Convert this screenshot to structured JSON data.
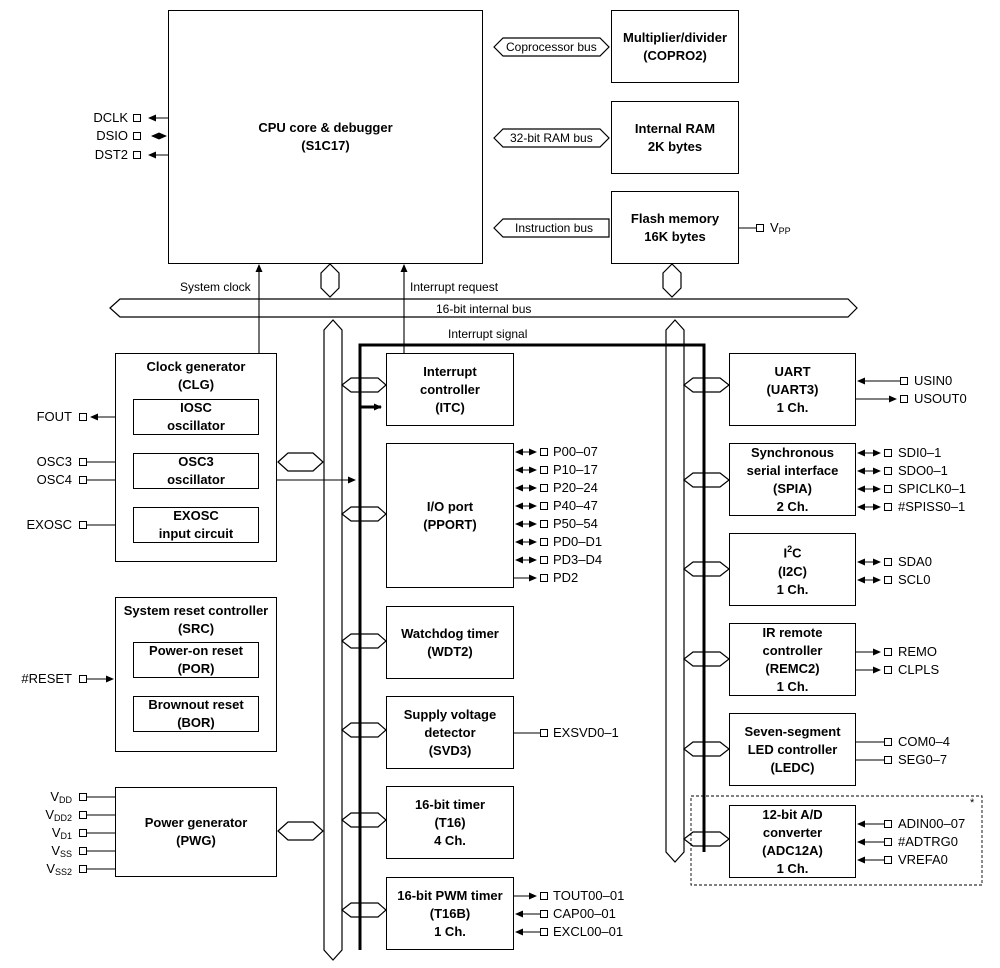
{
  "cpu": {
    "line1": "CPU core & debugger",
    "line2": "(S1C17)"
  },
  "copro": {
    "line1": "Multiplier/divider",
    "line2": "(COPRO2)"
  },
  "ram": {
    "line1": "Internal RAM",
    "line2": "2K bytes"
  },
  "flash": {
    "line1": "Flash memory",
    "line2": "16K bytes"
  },
  "buses": {
    "coprocessor": "Coprocessor bus",
    "ram": "32-bit RAM bus",
    "instruction": "Instruction bus",
    "system_clock": "System clock",
    "interrupt_request": "Interrupt request",
    "internal": "16-bit internal bus",
    "interrupt_signal": "Interrupt signal"
  },
  "debug_pins": {
    "dclk": "DCLK",
    "dsio": "DSIO",
    "dst2": "DST2"
  },
  "vpp": {
    "main": "V",
    "sub": "PP"
  },
  "clg": {
    "title": "Clock generator",
    "code": "(CLG)",
    "iosc": {
      "line1": "IOSC",
      "line2": "oscillator"
    },
    "osc3": {
      "line1": "OSC3",
      "line2": "oscillator"
    },
    "exosc": {
      "line1": "EXOSC",
      "line2": "input circuit"
    }
  },
  "clg_pins": {
    "fout": "FOUT",
    "osc3": "OSC3",
    "osc4": "OSC4",
    "exosc": "EXOSC"
  },
  "src": {
    "title": "System reset controller",
    "code": "(SRC)",
    "por": {
      "line1": "Power-on reset",
      "line2": "(POR)"
    },
    "bor": {
      "line1": "Brownout reset",
      "line2": "(BOR)"
    }
  },
  "reset_pin": "#RESET",
  "pwg": {
    "line1": "Power generator",
    "line2": "(PWG)"
  },
  "power_pins": [
    {
      "main": "V",
      "sub": "DD"
    },
    {
      "main": "V",
      "sub": "DD2"
    },
    {
      "main": "V",
      "sub": "D1"
    },
    {
      "main": "V",
      "sub": "SS"
    },
    {
      "main": "V",
      "sub": "SS2"
    }
  ],
  "itc": {
    "line1": "Interrupt",
    "line2": "controller",
    "line3": "(ITC)"
  },
  "pport": {
    "line1": "I/O port",
    "line2": "(PPORT)",
    "pins": [
      "P00–07",
      "P10–17",
      "P20–24",
      "P40–47",
      "P50–54",
      "PD0–D1",
      "PD3–D4",
      "PD2"
    ]
  },
  "wdt": {
    "line1": "Watchdog timer",
    "line2": "(WDT2)"
  },
  "svd": {
    "line1": "Supply voltage",
    "line2": "detector",
    "line3": "(SVD3)",
    "pin": "EXSVD0–1"
  },
  "t16": {
    "line1": "16-bit timer",
    "line2": "(T16)",
    "line3": "4 Ch."
  },
  "t16b": {
    "line1": "16-bit PWM timer",
    "line2": "(T16B)",
    "line3": "1 Ch.",
    "pins": [
      "TOUT00–01",
      "CAP00–01",
      "EXCL00–01"
    ]
  },
  "uart": {
    "line1": "UART",
    "line2": "(UART3)",
    "line3": "1 Ch.",
    "pins": [
      "USIN0",
      "USOUT0"
    ]
  },
  "spia": {
    "line1": "Synchronous",
    "line2": "serial interface",
    "line3": "(SPIA)",
    "line4": "2 Ch.",
    "pins": [
      "SDI0–1",
      "SDO0–1",
      "SPICLK0–1",
      "#SPISS0–1"
    ]
  },
  "i2c": {
    "line1a": "I",
    "line1sup": "2",
    "line1b": "C",
    "line2": "(I2C)",
    "line3": "1 Ch.",
    "pins": [
      "SDA0",
      "SCL0"
    ]
  },
  "remc": {
    "line1": "IR remote",
    "line2": "controller",
    "line3": "(REMC2)",
    "line4": "1 Ch.",
    "pins": [
      "REMO",
      "CLPLS"
    ]
  },
  "ledc": {
    "line1": "Seven-segment",
    "line2": "LED controller",
    "line3": "(LEDC)",
    "pins": [
      "COM0–4",
      "SEG0–7"
    ]
  },
  "adc": {
    "line1": "12-bit A/D",
    "line2": "converter",
    "line3": "(ADC12A)",
    "line4": "1 Ch.",
    "pins": [
      "ADIN00–07",
      "#ADTRG0",
      "VREFA0"
    ],
    "note": "*"
  }
}
